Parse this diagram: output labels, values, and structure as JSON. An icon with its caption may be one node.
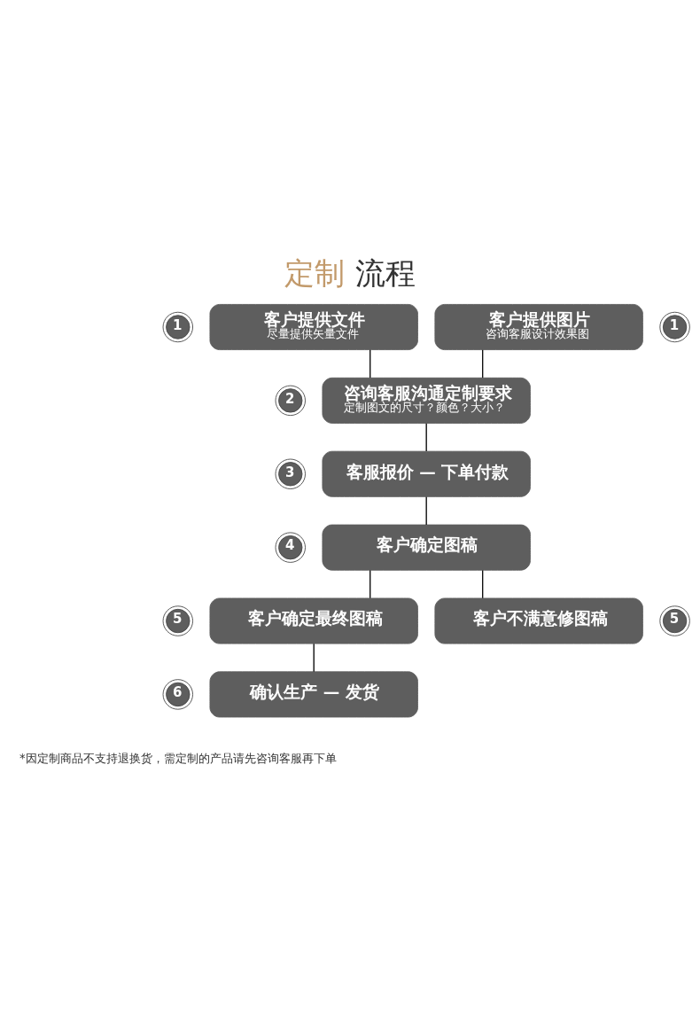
{
  "diagram": {
    "title": "定制 流程",
    "nodes": [
      {
        "text": [
          "1"
        ]
      },
      {
        "text": [
          "1"
        ]
      },
      {
        "text": [
          "客户提供文件",
          "尽量提供矢量文件"
        ]
      },
      {
        "text": [
          "客户提供图片",
          "咨询客服设计效果图"
        ]
      },
      {
        "text": [
          "2"
        ]
      },
      {
        "text": [
          "咨询客服沟通定制要求",
          "定制图文的尺寸？颜色？大小？"
        ]
      },
      {
        "text": [
          "3"
        ]
      },
      {
        "text": [
          "客服报价 — 下单付款"
        ]
      },
      {
        "text": [
          "4"
        ]
      },
      {
        "text": [
          "客户确定图稿"
        ]
      },
      {
        "text": [
          "5"
        ]
      },
      {
        "text": [
          "5"
        ]
      },
      {
        "text": [
          "客户确定最终图稿"
        ]
      },
      {
        "text": [
          "客户不满意修图稿"
        ]
      },
      {
        "text": [
          "6"
        ]
      },
      {
        "text": [
          "确认生产 — 发货"
        ]
      }
    ],
    "edges": [
      {
        "from": 2,
        "to": 5,
        "arrow": "none"
      },
      {
        "from": 3,
        "to": 5,
        "arrow": "none"
      },
      {
        "from": 5,
        "to": 7,
        "arrow": "none"
      },
      {
        "from": 7,
        "to": 9,
        "arrow": "none"
      },
      {
        "from": 9,
        "to": 12,
        "arrow": "none"
      },
      {
        "from": 9,
        "to": 13,
        "arrow": "none"
      },
      {
        "from": 12,
        "to": 15,
        "arrow": "none"
      }
    ],
    "labels": [
      "*因定制商品不支持退换货，需定制的产品请先咨询客服再下单"
    ]
  }
}
